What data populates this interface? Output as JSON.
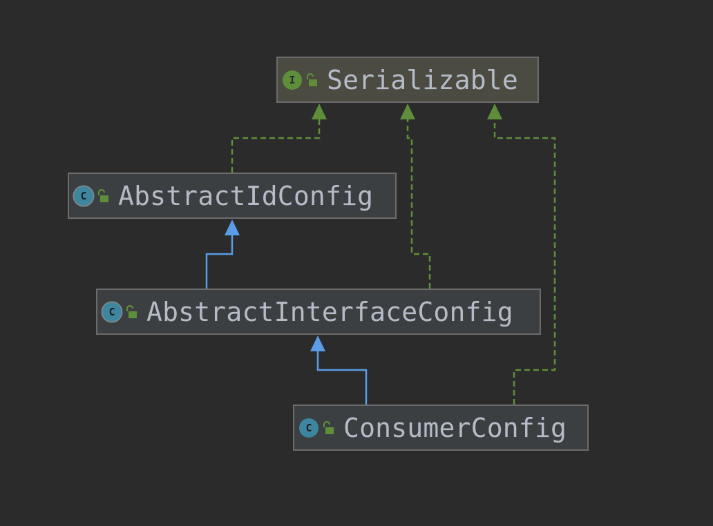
{
  "nodes": {
    "serializable": {
      "kind": "interface",
      "badge": "I",
      "name": "Serializable"
    },
    "abstract_id_config": {
      "kind": "class",
      "badge": "C",
      "name": "AbstractIdConfig"
    },
    "abstract_interface_config": {
      "kind": "class",
      "badge": "C",
      "name": "AbstractInterfaceConfig"
    },
    "consumer_config": {
      "kind": "class",
      "badge": "C",
      "name": "ConsumerConfig"
    }
  },
  "edges": [
    {
      "from": "AbstractIdConfig",
      "to": "Serializable",
      "type": "implements",
      "style": "dashed",
      "color": "#5f8e3a"
    },
    {
      "from": "AbstractInterfaceConfig",
      "to": "Serializable",
      "type": "implements",
      "style": "dashed",
      "color": "#5f8e3a"
    },
    {
      "from": "ConsumerConfig",
      "to": "Serializable",
      "type": "implements",
      "style": "dashed",
      "color": "#5f8e3a"
    },
    {
      "from": "AbstractInterfaceConfig",
      "to": "AbstractIdConfig",
      "type": "extends",
      "style": "solid",
      "color": "#5a9de6"
    },
    {
      "from": "ConsumerConfig",
      "to": "AbstractInterfaceConfig",
      "type": "extends",
      "style": "solid",
      "color": "#5a9de6"
    }
  ],
  "colors": {
    "background": "#2b2b2b",
    "interface_badge": "#5f8e3a",
    "class_badge": "#3e86a0",
    "implements_arrow": "#5f8e3a",
    "extends_arrow": "#5a9de6",
    "label_text": "#b5bcc7"
  },
  "icons": {
    "visibility": "unlocked-padlock-icon"
  }
}
